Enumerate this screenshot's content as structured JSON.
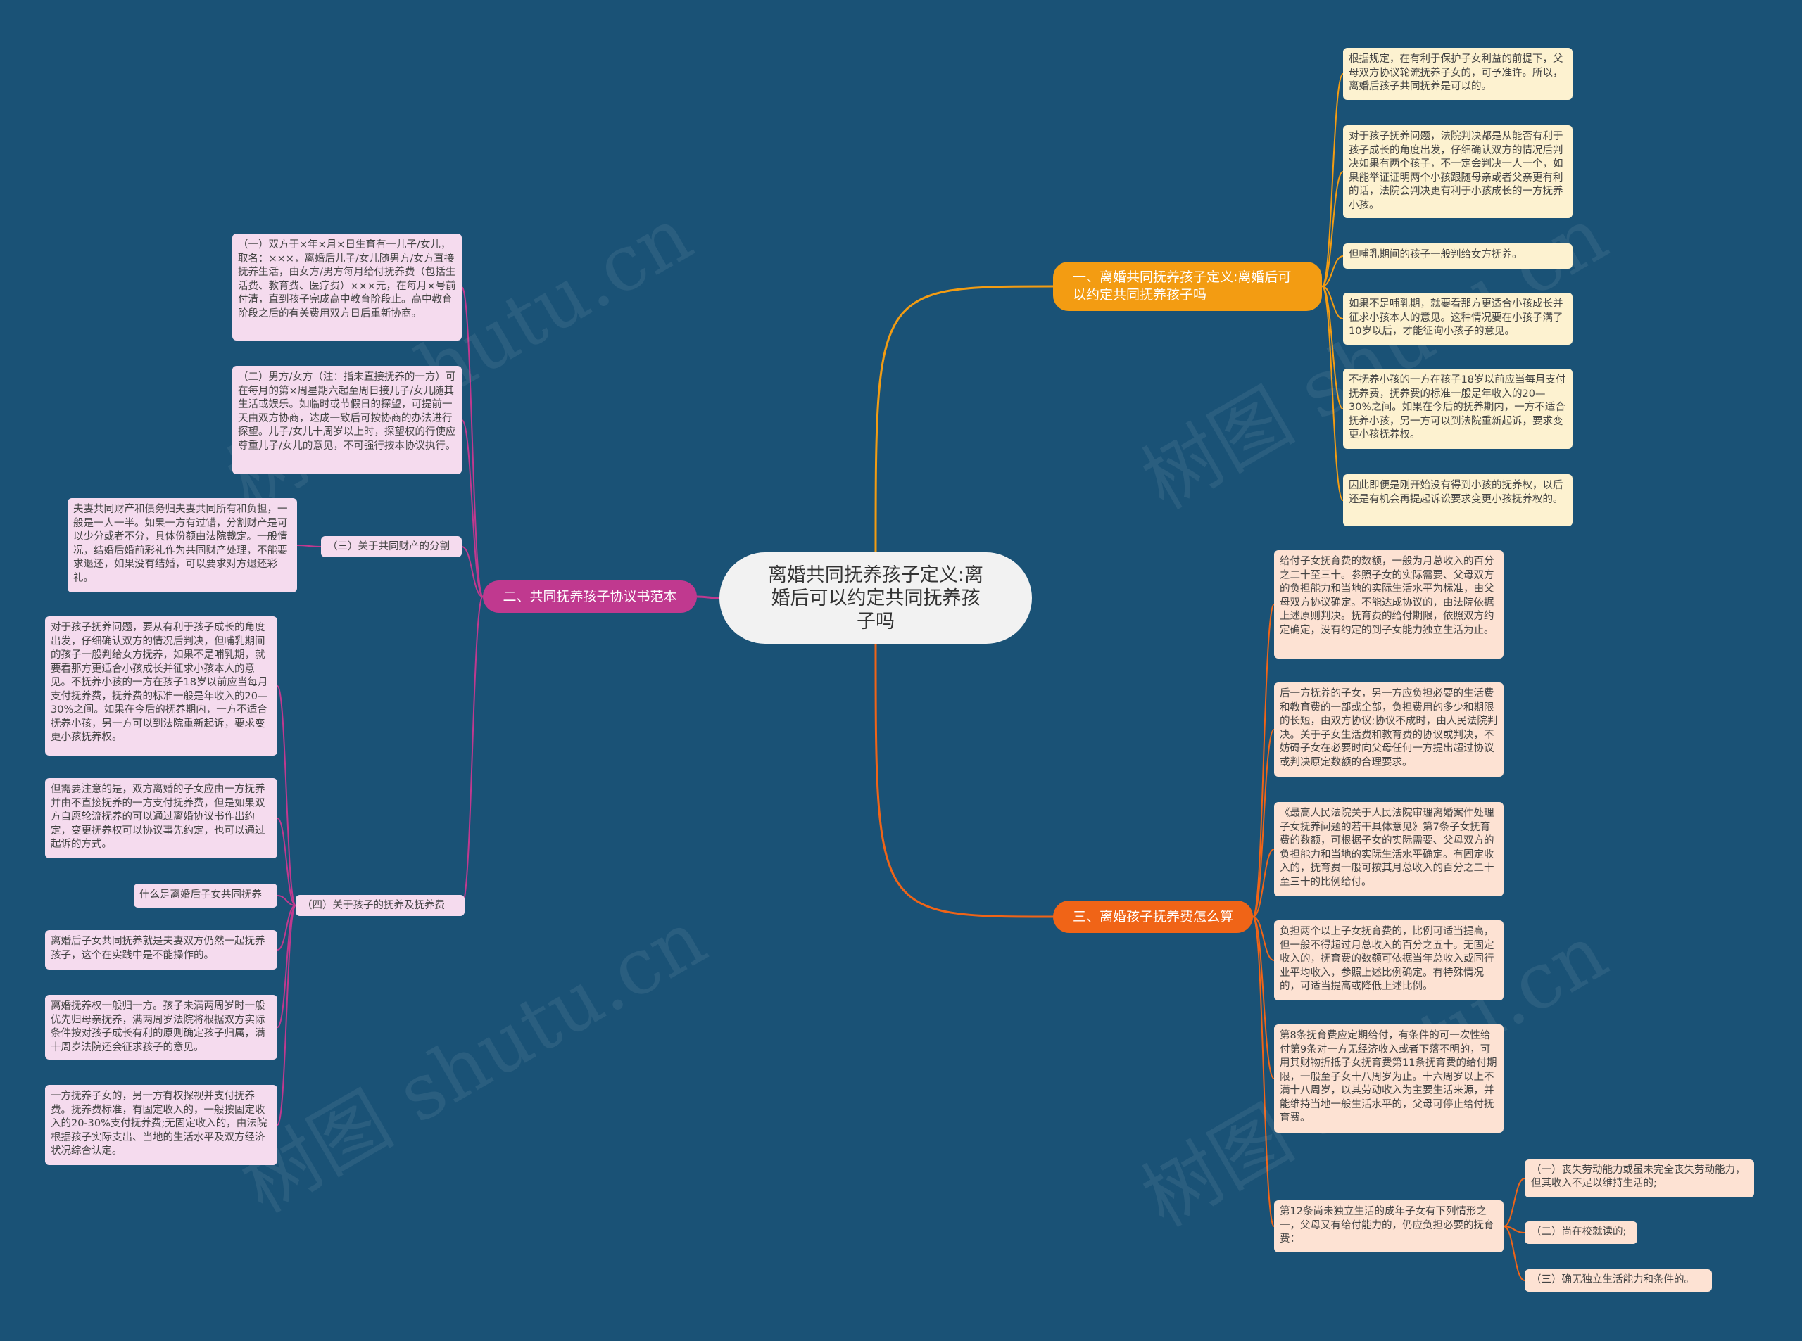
{
  "center": "离婚共同抚养孩子定义:离婚后可以约定共同抚养孩子吗",
  "branch1": {
    "title": "一、离婚共同抚养孩子定义:离婚后可以约定共同抚养孩子吗",
    "items": [
      "根据规定，在有利于保护子女利益的前提下，父母双方协议轮流抚养子女的，可予准许。所以，离婚后孩子共同抚养是可以的。",
      "对于孩子抚养问题，法院判决都是从能否有利于孩子成长的角度出发，仔细确认双方的情况后判决如果有两个孩子，不一定会判决一人一个，如果能举证证明两个小孩跟随母亲或者父亲更有利的话，法院会判决更有利于小孩成长的一方抚养小孩。",
      "但哺乳期间的孩子一般判给女方抚养。",
      "如果不是哺乳期，就要看那方更适合小孩成长并征求小孩本人的意见。这种情况要在小孩子满了10岁以后，才能征询小孩子的意见。",
      "不抚养小孩的一方在孩子18岁以前应当每月支付抚养费，抚养费的标准一般是年收入的20—30%之间。如果在今后的抚养期内，一方不适合抚养小孩，另一方可以到法院重新起诉，要求变更小孩抚养权。",
      "因此即便是刚开始没有得到小孩的抚养权，以后还是有机会再提起诉讼要求变更小孩抚养权的。"
    ]
  },
  "branch2": {
    "title": "二、共同抚养孩子协议书范本",
    "items": [
      "（一）双方于×年×月×日生育有一儿子/女儿，取名：×××，离婚后儿子/女儿随男方/女方直接抚养生活，由女方/男方每月给付抚养费（包括生活费、教育费、医疗费）×××元，在每月×号前付清，直到孩子完成高中教育阶段止。高中教育阶段之后的有关费用双方日后重新协商。",
      "（二）男方/女方（注：指未直接抚养的一方）可在每月的第×周星期六起至周日接儿子/女儿随其生活或娱乐。如临时或节假日的探望，可提前一天由双方协商，达成一致后可按协商的办法进行探望。儿子/女儿十周岁以上时，探望权的行使应尊重儿子/女儿的意见，不可强行按本协议执行。"
    ],
    "sub3": {
      "title": "（三）关于共同财产的分割",
      "items": [
        "夫妻共同财产和债务归夫妻共同所有和负担，一般是一人一半。如果一方有过错，分割财产是可以少分或者不分，具体份额由法院裁定。一般情况，结婚后婚前彩礼作为共同财产处理，不能要求退还，如果没有结婚，可以要求对方退还彩礼。"
      ]
    },
    "sub4": {
      "title": "（四）关于孩子的抚养及抚养费",
      "items": [
        "对于孩子抚养问题，要从有利于孩子成长的角度出发，仔细确认双方的情况后判决，但哺乳期间的孩子一般判给女方抚养，如果不是哺乳期，就要看那方更适合小孩成长并征求小孩本人的意见。不抚养小孩的一方在孩子18岁以前应当每月支付抚养费，抚养费的标准一般是年收入的20—30%之间。如果在今后的抚养期内，一方不适合抚养小孩，另一方可以到法院重新起诉，要求变更小孩抚养权。",
        "但需要注意的是，双方离婚的子女应由一方抚养并由不直接抚养的一方支付抚养费，但是如果双方自愿轮流抚养的可以通过离婚协议书作出约定，变更抚养权可以协议事先约定，也可以通过起诉的方式。",
        "什么是离婚后子女共同抚养",
        "离婚后子女共同抚养就是夫妻双方仍然一起抚养孩子，这个在实践中是不能操作的。",
        "离婚抚养权一般归一方。孩子未满两周岁时一般优先归母亲抚养，满两周岁法院将根据双方实际条件按对孩子成长有利的原则确定孩子归属，满十周岁法院还会征求孩子的意见。",
        "一方抚养子女的，另一方有权探视并支付抚养费。抚养费标准，有固定收入的，一般按固定收入的20-30%支付抚养费;无固定收入的，由法院根据孩子实际支出、当地的生活水平及双方经济状况综合认定。"
      ]
    }
  },
  "branch3": {
    "title": "三、离婚孩子抚养费怎么算",
    "items": [
      "给付子女抚育费的数额，一般为月总收入的百分之二十至三十。参照子女的实际需要、父母双方的负担能力和当地的实际生活水平为标准，由父母双方协议确定。不能达成协议的，由法院依据上述原则判决。抚育费的给付期限，依照双方约定确定，没有约定的到子女能力独立生活为止。",
      "后一方抚养的子女，另一方应负担必要的生活费和教育费的一部或全部，负担费用的多少和期限的长短，由双方协议;协议不成时，由人民法院判决。关于子女生活费和教育费的协议或判决，不妨碍子女在必要时向父母任何一方提出超过协议或判决原定数额的合理要求。",
      "《最高人民法院关于人民法院审理离婚案件处理子女抚养问题的若干具体意见》第7条子女抚育费的数额，可根据子女的实际需要、父母双方的负担能力和当地的实际生活水平确定。有固定收入的，抚育费一般可按其月总收入的百分之二十至三十的比例给付。",
      "负担两个以上子女抚育费的，比例可适当提高，但一般不得超过月总收入的百分之五十。无固定收入的，抚育费的数额可依据当年总收入或同行业平均收入，参照上述比例确定。有特殊情况的，可适当提高或降低上述比例。",
      "第8条抚育费应定期给付，有条件的可一次性给付第9条对一方无经济收入或者下落不明的，可用其财物折抵子女抚育费第11条抚育费的给付期限，一般至子女十八周岁为止。十六周岁以上不满十八周岁，以其劳动收入为主要生活来源，并能维持当地一般生活水平的，父母可停止给付抚育费。",
      "第12条尚未独立生活的成年子女有下列情形之一，父母又有给付能力的，仍应负担必要的抚育费："
    ],
    "sub": [
      "（一）丧失劳动能力或虽未完全丧失劳动能力，但其收入不足以维持生活的;",
      "（二）尚在校就读的;",
      "（三）确无独立生活能力和条件的。"
    ]
  },
  "watermark": "树图 shutu.cn",
  "colors": {
    "background": "#1a5276",
    "branch1": "#f39c12",
    "branch2": "#c0398f",
    "branch3": "#f06417"
  }
}
